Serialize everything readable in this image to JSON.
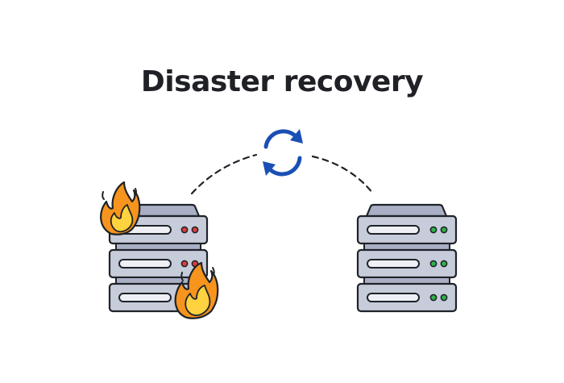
{
  "title": "Disaster recovery",
  "colors": {
    "outline": "#1f2328",
    "server_body": "#c7ccdb",
    "server_top": "#a9b0c6",
    "slot_fill": "#eef0f6",
    "led_failed": "#e23b3b",
    "led_ok": "#2fb34a",
    "sync_icon": "#1a4fb5",
    "fire_outer": "#f7941d",
    "fire_inner": "#ffd23f"
  },
  "servers": [
    {
      "id": "failed-server",
      "status": "failed",
      "units": 3
    },
    {
      "id": "backup-server",
      "status": "ok",
      "units": 3
    }
  ],
  "icons": [
    "sync-icon",
    "fire-icon"
  ]
}
